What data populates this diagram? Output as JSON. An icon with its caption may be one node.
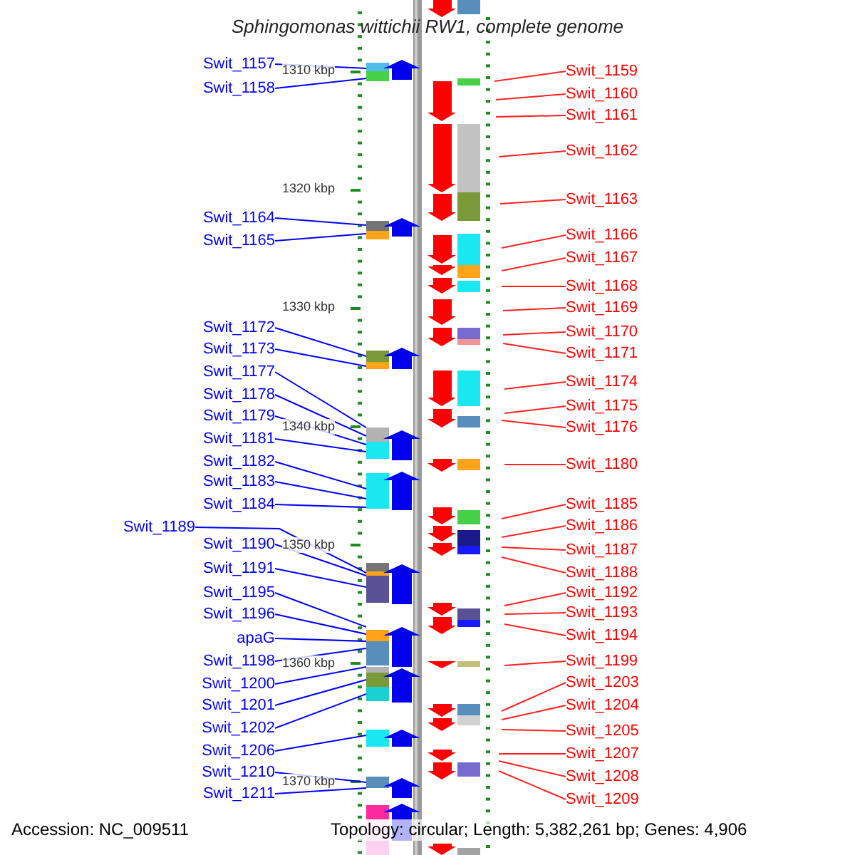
{
  "diagram": {
    "title": "Sphingomonas wittichii RW1, complete genome",
    "nodes": [
      {
        "text": [
          "Swit_1157"
        ]
      },
      {
        "text": [
          "Swit_1158"
        ]
      },
      {
        "text": [
          "Swit_1164"
        ]
      },
      {
        "text": [
          "Swit_1165"
        ]
      },
      {
        "text": [
          "Swit_1172"
        ]
      },
      {
        "text": [
          "Swit_1173"
        ]
      },
      {
        "text": [
          "Swit_1177"
        ]
      },
      {
        "text": [
          "Swit_1178"
        ]
      },
      {
        "text": [
          "Swit_1179"
        ]
      },
      {
        "text": [
          "Swit_1181"
        ]
      },
      {
        "text": [
          "Swit_1182"
        ]
      },
      {
        "text": [
          "Swit_1183"
        ]
      },
      {
        "text": [
          "Swit_1184"
        ]
      },
      {
        "text": [
          "Swit_1189"
        ]
      },
      {
        "text": [
          "Swit_1190"
        ]
      },
      {
        "text": [
          "Swit_1191"
        ]
      },
      {
        "text": [
          "Swit_1195"
        ]
      },
      {
        "text": [
          "Swit_1196"
        ]
      },
      {
        "text": [
          "apaG"
        ]
      },
      {
        "text": [
          "Swit_1198"
        ]
      },
      {
        "text": [
          "Swit_1200"
        ]
      },
      {
        "text": [
          "Swit_1201"
        ]
      },
      {
        "text": [
          "Swit_1202"
        ]
      },
      {
        "text": [
          "Swit_1206"
        ]
      },
      {
        "text": [
          "Swit_1210"
        ]
      },
      {
        "text": [
          "Swit_1211"
        ]
      },
      {
        "text": [
          "Swit_1159"
        ]
      },
      {
        "text": [
          "Swit_1160"
        ]
      },
      {
        "text": [
          "Swit_1161"
        ]
      },
      {
        "text": [
          "Swit_1162"
        ]
      },
      {
        "text": [
          "Swit_1163"
        ]
      },
      {
        "text": [
          "Swit_1166"
        ]
      },
      {
        "text": [
          "Swit_1167"
        ]
      },
      {
        "text": [
          "Swit_1168"
        ]
      },
      {
        "text": [
          "Swit_1169"
        ]
      },
      {
        "text": [
          "Swit_1170"
        ]
      },
      {
        "text": [
          "Swit_1171"
        ]
      },
      {
        "text": [
          "Swit_1174"
        ]
      },
      {
        "text": [
          "Swit_1175"
        ]
      },
      {
        "text": [
          "Swit_1176"
        ]
      },
      {
        "text": [
          "Swit_1180"
        ]
      },
      {
        "text": [
          "Swit_1185"
        ]
      },
      {
        "text": [
          "Swit_1186"
        ]
      },
      {
        "text": [
          "Swit_1187"
        ]
      },
      {
        "text": [
          "Swit_1188"
        ]
      },
      {
        "text": [
          "Swit_1192"
        ]
      },
      {
        "text": [
          "Swit_1193"
        ]
      },
      {
        "text": [
          "Swit_1194"
        ]
      },
      {
        "text": [
          "Swit_1199"
        ]
      },
      {
        "text": [
          "Swit_1203"
        ]
      },
      {
        "text": [
          "Swit_1204"
        ]
      },
      {
        "text": [
          "Swit_1205"
        ]
      },
      {
        "text": [
          "Swit_1207"
        ]
      },
      {
        "text": [
          "Swit_1208"
        ]
      },
      {
        "text": [
          "Swit_1209"
        ]
      }
    ],
    "edges": [
      {
        "from": 0,
        "to": null,
        "arrow": "none",
        "color": "#0000ff"
      },
      {
        "from": 1,
        "to": null,
        "arrow": "none",
        "color": "#0000ff"
      },
      {
        "from": 2,
        "to": null,
        "arrow": "none",
        "color": "#0000ff"
      },
      {
        "from": 3,
        "to": null,
        "arrow": "none",
        "color": "#0000ff"
      },
      {
        "from": 4,
        "to": null,
        "arrow": "none",
        "color": "#0000ff"
      },
      {
        "from": 5,
        "to": null,
        "arrow": "none",
        "color": "#0000ff"
      },
      {
        "from": 6,
        "to": null,
        "arrow": "none",
        "color": "#0000ff"
      },
      {
        "from": 7,
        "to": null,
        "arrow": "none",
        "color": "#0000ff"
      },
      {
        "from": 8,
        "to": null,
        "arrow": "none",
        "color": "#0000ff"
      },
      {
        "from": 9,
        "to": null,
        "arrow": "none",
        "color": "#0000ff"
      },
      {
        "from": 10,
        "to": null,
        "arrow": "none",
        "color": "#0000ff"
      },
      {
        "from": 11,
        "to": null,
        "arrow": "none",
        "color": "#0000ff"
      },
      {
        "from": 12,
        "to": null,
        "arrow": "none",
        "color": "#0000ff"
      },
      {
        "from": 13,
        "to": null,
        "arrow": "none",
        "color": "#0000ff"
      },
      {
        "from": 14,
        "to": null,
        "arrow": "none",
        "color": "#0000ff"
      },
      {
        "from": 15,
        "to": null,
        "arrow": "none",
        "color": "#0000ff"
      },
      {
        "from": 16,
        "to": null,
        "arrow": "none",
        "color": "#0000ff"
      },
      {
        "from": 17,
        "to": null,
        "arrow": "none",
        "color": "#0000ff"
      },
      {
        "from": 18,
        "to": null,
        "arrow": "none",
        "color": "#0000ff"
      },
      {
        "from": 19,
        "to": null,
        "arrow": "none",
        "color": "#0000ff"
      },
      {
        "from": 20,
        "to": null,
        "arrow": "none",
        "color": "#0000ff"
      },
      {
        "from": 21,
        "to": null,
        "arrow": "none",
        "color": "#0000ff"
      },
      {
        "from": 22,
        "to": null,
        "arrow": "none",
        "color": "#0000ff"
      },
      {
        "from": 23,
        "to": null,
        "arrow": "none",
        "color": "#0000ff"
      },
      {
        "from": 24,
        "to": null,
        "arrow": "none",
        "color": "#0000ff"
      },
      {
        "from": 25,
        "to": null,
        "arrow": "none",
        "color": "#0000ff"
      },
      {
        "from": 26,
        "to": null,
        "arrow": "none"
      },
      {
        "from": 27,
        "to": null,
        "arrow": "none"
      },
      {
        "from": 28,
        "to": null,
        "arrow": "none"
      },
      {
        "from": 29,
        "to": null,
        "arrow": "none"
      },
      {
        "from": 30,
        "to": null,
        "arrow": "none"
      },
      {
        "from": 31,
        "to": null,
        "arrow": "none"
      },
      {
        "from": 32,
        "to": null,
        "arrow": "none"
      },
      {
        "from": 33,
        "to": null,
        "arrow": "none"
      },
      {
        "from": 34,
        "to": null,
        "arrow": "none"
      },
      {
        "from": 35,
        "to": null,
        "arrow": "none"
      },
      {
        "from": 36,
        "to": null,
        "arrow": "none"
      },
      {
        "from": 37,
        "to": null,
        "arrow": "none"
      },
      {
        "from": 38,
        "to": null,
        "arrow": "none"
      },
      {
        "from": 39,
        "to": null,
        "arrow": "none"
      },
      {
        "from": 40,
        "to": null,
        "arrow": "none"
      },
      {
        "from": 41,
        "to": null,
        "arrow": "none"
      },
      {
        "from": 42,
        "to": null,
        "arrow": "none"
      },
      {
        "from": 43,
        "to": null,
        "arrow": "none"
      },
      {
        "from": 44,
        "to": null,
        "arrow": "none"
      },
      {
        "from": 45,
        "to": null,
        "arrow": "none"
      },
      {
        "from": 46,
        "to": null,
        "arrow": "none"
      },
      {
        "from": 47,
        "to": null,
        "arrow": "none"
      },
      {
        "from": 48,
        "to": null,
        "arrow": "none"
      },
      {
        "from": 49,
        "to": null,
        "arrow": "none"
      },
      {
        "from": 50,
        "to": null,
        "arrow": "none"
      },
      {
        "from": 51,
        "to": null,
        "arrow": "none"
      },
      {
        "from": 52,
        "to": null,
        "arrow": "none"
      },
      {
        "from": 53,
        "to": null,
        "arrow": "none"
      },
      {
        "from": 54,
        "to": null,
        "arrow": "none"
      }
    ],
    "labels": [
      "1310 kbp",
      "1320 kbp",
      "1330 kbp",
      "1340 kbp",
      "1350 kbp",
      "1360 kbp",
      "1370 kbp",
      "Accession: NC_009511",
      "Topology: circular; Length: 5,382,261 bp; Genes: 4,906"
    ]
  }
}
